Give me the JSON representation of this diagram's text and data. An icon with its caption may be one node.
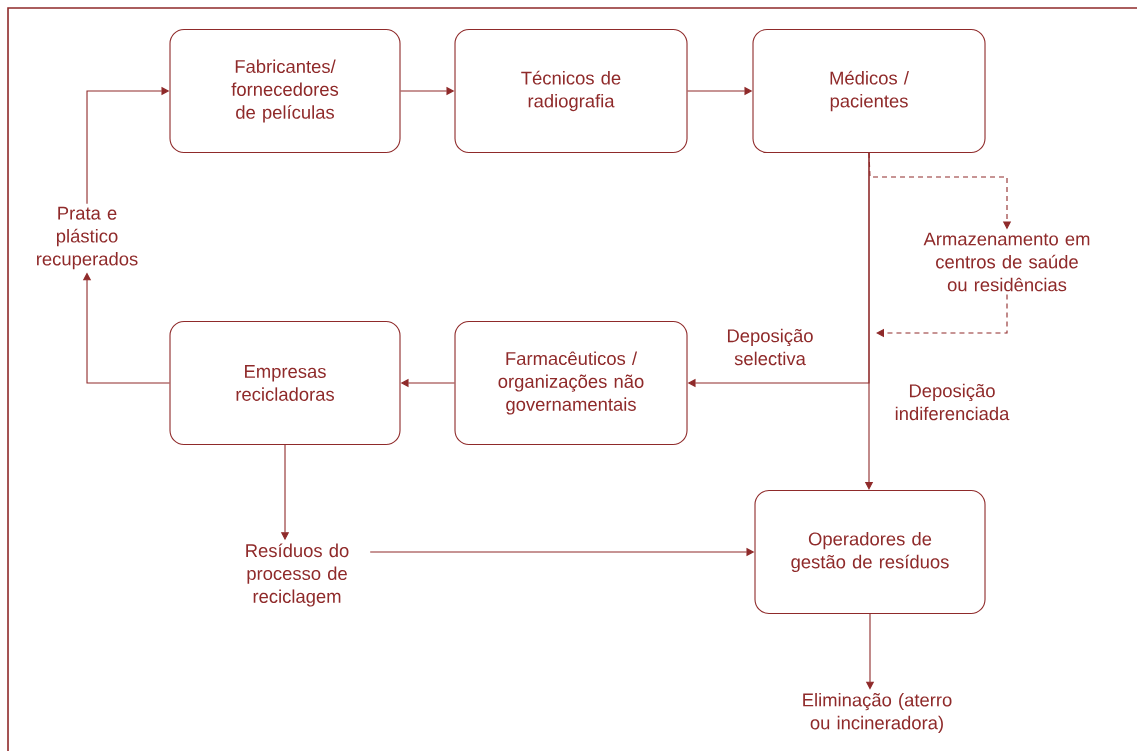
{
  "diagram": {
    "nodes": [
      {
        "text": [
          "Fabricantes/ fornecedores de películas"
        ]
      },
      {
        "text": [
          "Técnicos de radiografia"
        ]
      },
      {
        "text": [
          "Médicos / pacientes"
        ]
      },
      {
        "text": [
          "Armazenamento em centros de saúde ou residências"
        ]
      },
      {
        "text": [
          "Prata e plástico recuperados"
        ]
      },
      {
        "text": [
          "Empresas recicladoras"
        ]
      },
      {
        "text": [
          "Farmacêuticos / organizações não governamentais"
        ]
      },
      {
        "text": [
          "Operadores de gestão de resíduos"
        ]
      },
      {
        "text": [
          "Resíduos do processo de reciclagem"
        ]
      },
      {
        "text": [
          "Eliminação (aterro ou incineradora)"
        ]
      }
    ],
    "edges": [
      {
        "from": 0,
        "to": 1,
        "arrow": "to"
      },
      {
        "from": 1,
        "to": 2,
        "arrow": "to"
      },
      {
        "from": 2,
        "to": 3,
        "arrow": "to",
        "style": "dashed"
      },
      {
        "from": 3,
        "to": null,
        "arrow": "to",
        "style": "dashed"
      },
      {
        "from": 2,
        "to": 6,
        "arrow": "to",
        "label": "Deposição selectiva"
      },
      {
        "from": 2,
        "to": 7,
        "arrow": "to",
        "label": "Deposição indiferenciada"
      },
      {
        "from": 6,
        "to": 5,
        "arrow": "to"
      },
      {
        "from": 5,
        "to": 4,
        "arrow": "to"
      },
      {
        "from": 4,
        "to": 0,
        "arrow": "to"
      },
      {
        "from": 5,
        "to": 8,
        "arrow": "to"
      },
      {
        "from": 8,
        "to": 7,
        "arrow": "to"
      },
      {
        "from": 7,
        "to": 9,
        "arrow": "to"
      }
    ]
  }
}
